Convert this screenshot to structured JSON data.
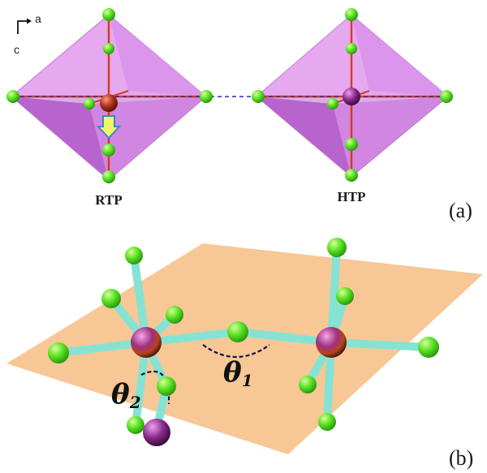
{
  "panel_a": {
    "axis_horizontal": "a",
    "axis_vertical": "c",
    "left_label": "RTP",
    "right_label": "HTP",
    "panel_label": "(a)"
  },
  "panel_b": {
    "angle_1_symbol": "θ",
    "angle_1_subscript": "1",
    "angle_2_symbol": "θ",
    "angle_2_subscript": "2",
    "panel_label": "(b)"
  },
  "colors": {
    "octahedron_light": "#e6a8ef",
    "octahedron_mid": "#cf7fe0",
    "octahedron_dark": "#a94cc4",
    "ligand_green": "#55e020",
    "center_rtp": "#b0311c",
    "center_purple": "#8a2c8c",
    "bond_red": "#d43a20",
    "bond_cyan": "#86e3d3",
    "plane_orange": "#f8c796",
    "dashed_blue": "#2d2db8",
    "arrow_yellow": "#f5f56a",
    "arrow_outline": "#2f8fc9"
  }
}
